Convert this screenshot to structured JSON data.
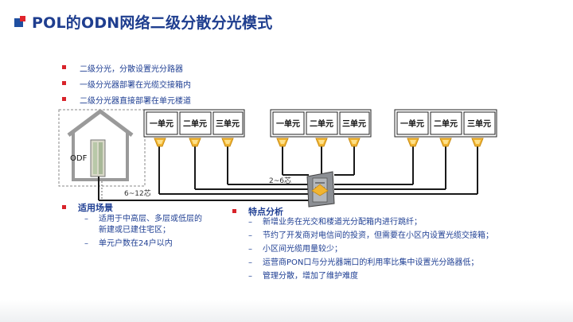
{
  "title": "POL的ODN网络二级分散分光模式",
  "top_bullets": [
    "二级分光，分散设置光分路器",
    "一级分光器部署在光缆交接箱内",
    "二级分光器直接部署在单元楼道"
  ],
  "diagram": {
    "unit_labels": [
      "一单元",
      "二单元",
      "三单元"
    ],
    "odf_label": "ODF",
    "fiber_count_left": "6~12芯",
    "fiber_count_top": "2~6芯"
  },
  "scenario": {
    "heading": "适用场景",
    "items": [
      "适用于中高层、多层或低层的",
      "新建或已建住宅区；",
      "单元户数在24户以内"
    ],
    "dashes": [
      "–",
      "–"
    ]
  },
  "features": {
    "heading": "特点分析",
    "items": [
      "新增业务在光交和楼道光分配箱内进行跳纤；",
      "节约了开发商对电信间的投资，但需要在小区内设置光缆交接箱；",
      "小区间光缆用量较少；",
      "运营商PON口与分光器端口的利用率比集中设置光分路器低；",
      "管理分散，增加了维护难度"
    ],
    "dash": "–"
  },
  "icons": [
    "splitter-icon",
    "building-icon",
    "odf-rack-icon",
    "cross-connect-box-icon"
  ],
  "colors": {
    "title": "#1f3e8f",
    "text": "#1f3f93",
    "bullet": "#d8232a",
    "splitter": "#f2b531"
  }
}
